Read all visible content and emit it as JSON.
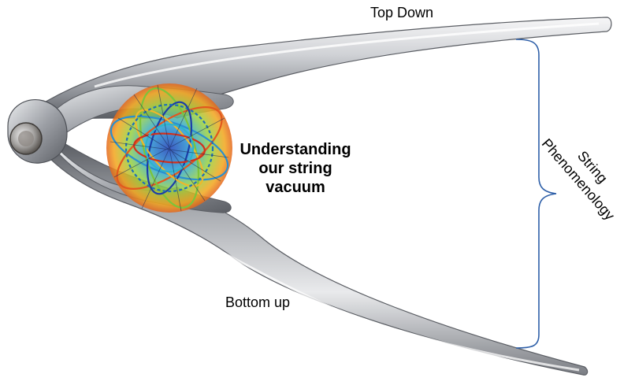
{
  "labels": {
    "top": "Top Down",
    "bottom": "Bottom up",
    "center_line1": "Understanding",
    "center_line2": "our string",
    "center_line3": "vacuum",
    "side_line1": "String",
    "side_line2": "Phenomenology"
  },
  "colors": {
    "brace": "#2e5fa8",
    "metal_light": "#f4f4f6",
    "metal_mid": "#b9bcc2",
    "metal_dark": "#54575d"
  },
  "icons": {
    "tool": "nutcracker-image",
    "manifold": "calabi-yau-manifold-image",
    "bracket": "curly-brace"
  }
}
